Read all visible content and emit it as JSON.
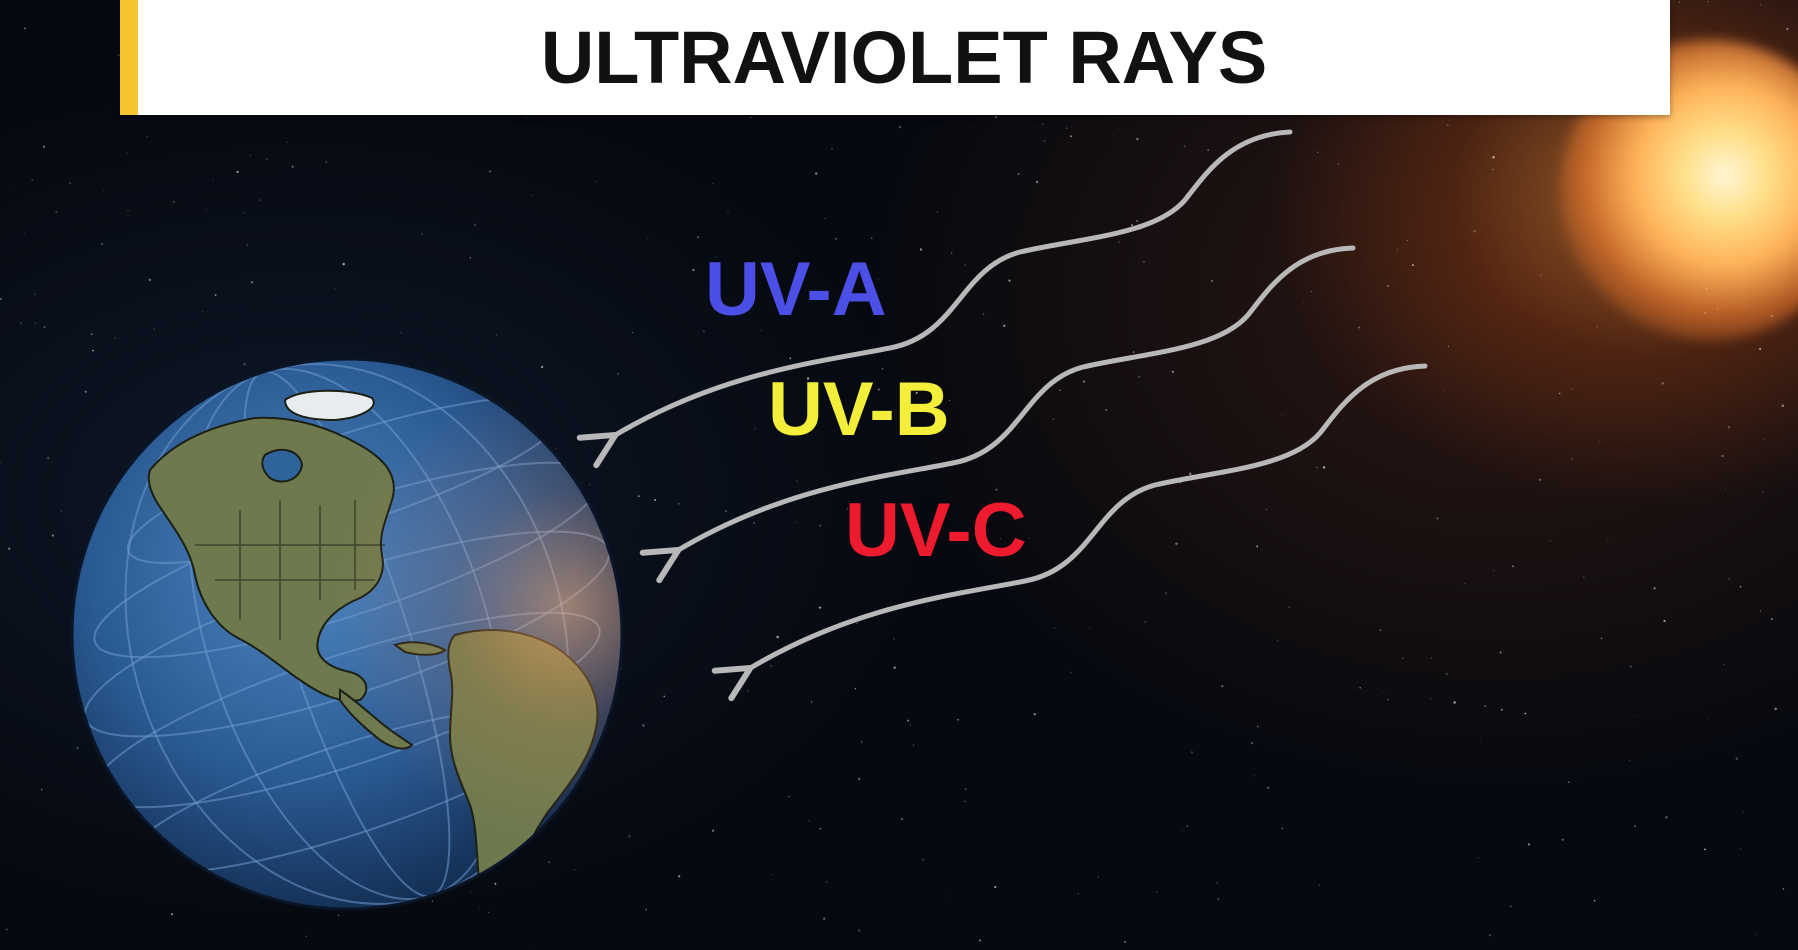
{
  "title": "ULTRAVIOLET RAYS",
  "rays": [
    {
      "label": "UV-A",
      "color": "#4b4fe6"
    },
    {
      "label": "UV-B",
      "color": "#f2ee3a"
    },
    {
      "label": "UV-C",
      "color": "#ee1a2e"
    }
  ],
  "colors": {
    "title_accent": "#f4c431",
    "title_background": "#ffffff",
    "ray_arrow": "#b8b8b8",
    "space_background": "#060910",
    "earth_ocean": "#2a5a93",
    "earth_land": "#6e7a4e"
  },
  "icons": {
    "earth": "globe-americas-icon",
    "sun": "sun-glow-icon",
    "arrow": "wavy-arrow-icon"
  }
}
